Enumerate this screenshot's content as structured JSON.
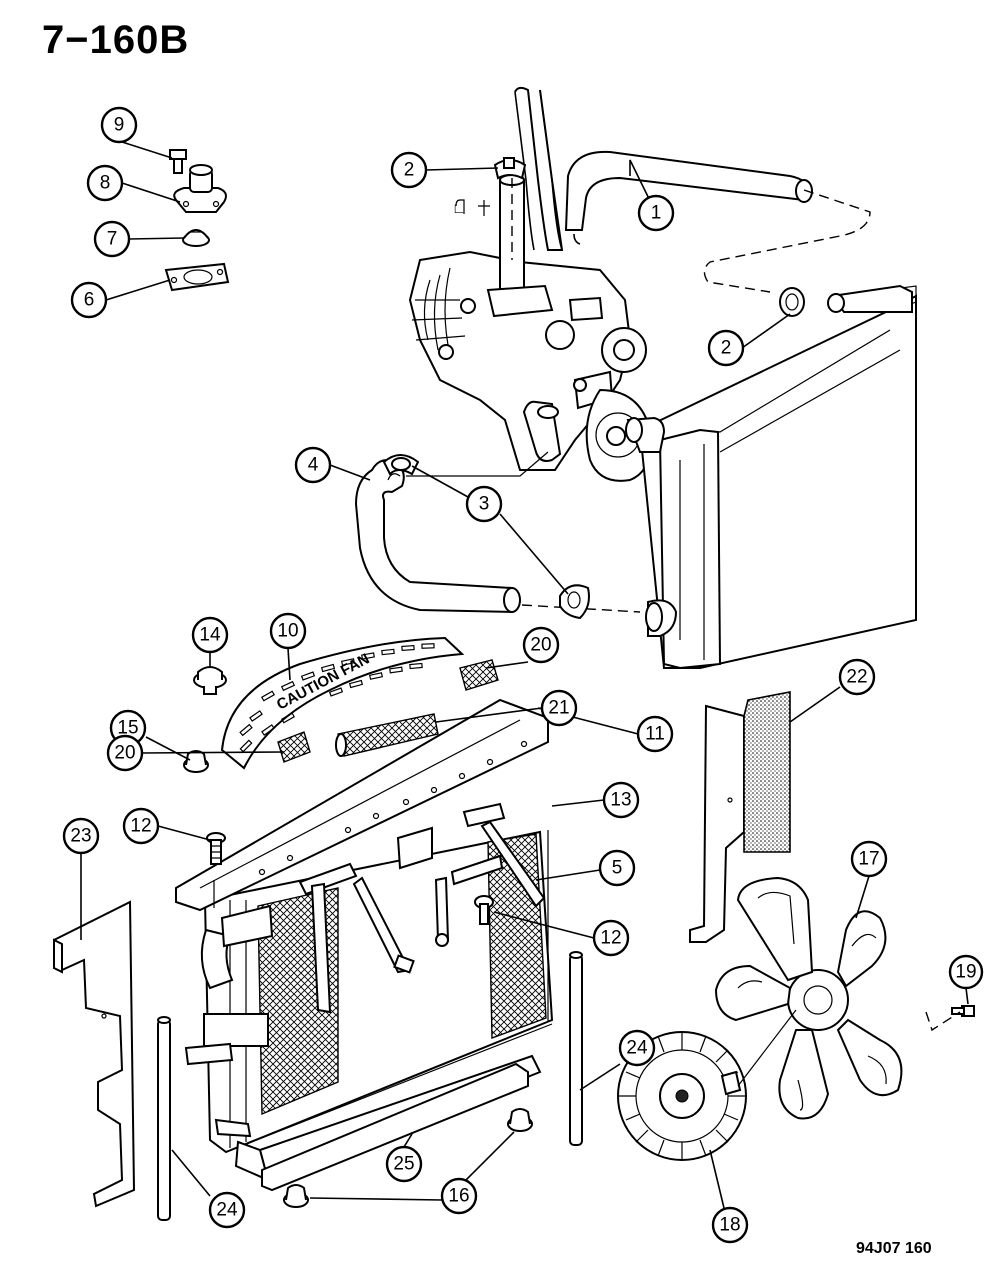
{
  "header": {
    "diagram_number": "7−160B"
  },
  "footer": {
    "figure_code": "94J07 160"
  },
  "labels": {
    "caution_fan": "CAUTION FAN"
  },
  "callouts": [
    {
      "id": "c1",
      "number": "1"
    },
    {
      "id": "c2a",
      "number": "2"
    },
    {
      "id": "c2b",
      "number": "2"
    },
    {
      "id": "c3",
      "number": "3"
    },
    {
      "id": "c4",
      "number": "4"
    },
    {
      "id": "c5",
      "number": "5"
    },
    {
      "id": "c6",
      "number": "6"
    },
    {
      "id": "c7",
      "number": "7"
    },
    {
      "id": "c8",
      "number": "8"
    },
    {
      "id": "c9",
      "number": "9"
    },
    {
      "id": "c10",
      "number": "10"
    },
    {
      "id": "c11",
      "number": "11"
    },
    {
      "id": "c12a",
      "number": "12"
    },
    {
      "id": "c12b",
      "number": "12"
    },
    {
      "id": "c13",
      "number": "13"
    },
    {
      "id": "c14",
      "number": "14"
    },
    {
      "id": "c15",
      "number": "15"
    },
    {
      "id": "c16",
      "number": "16"
    },
    {
      "id": "c17",
      "number": "17"
    },
    {
      "id": "c18",
      "number": "18"
    },
    {
      "id": "c19",
      "number": "19"
    },
    {
      "id": "c20a",
      "number": "20"
    },
    {
      "id": "c20b",
      "number": "20"
    },
    {
      "id": "c21",
      "number": "21"
    },
    {
      "id": "c22",
      "number": "22"
    },
    {
      "id": "c23",
      "number": "23"
    },
    {
      "id": "c24a",
      "number": "24"
    },
    {
      "id": "c24b",
      "number": "24"
    },
    {
      "id": "c25",
      "number": "25"
    }
  ]
}
